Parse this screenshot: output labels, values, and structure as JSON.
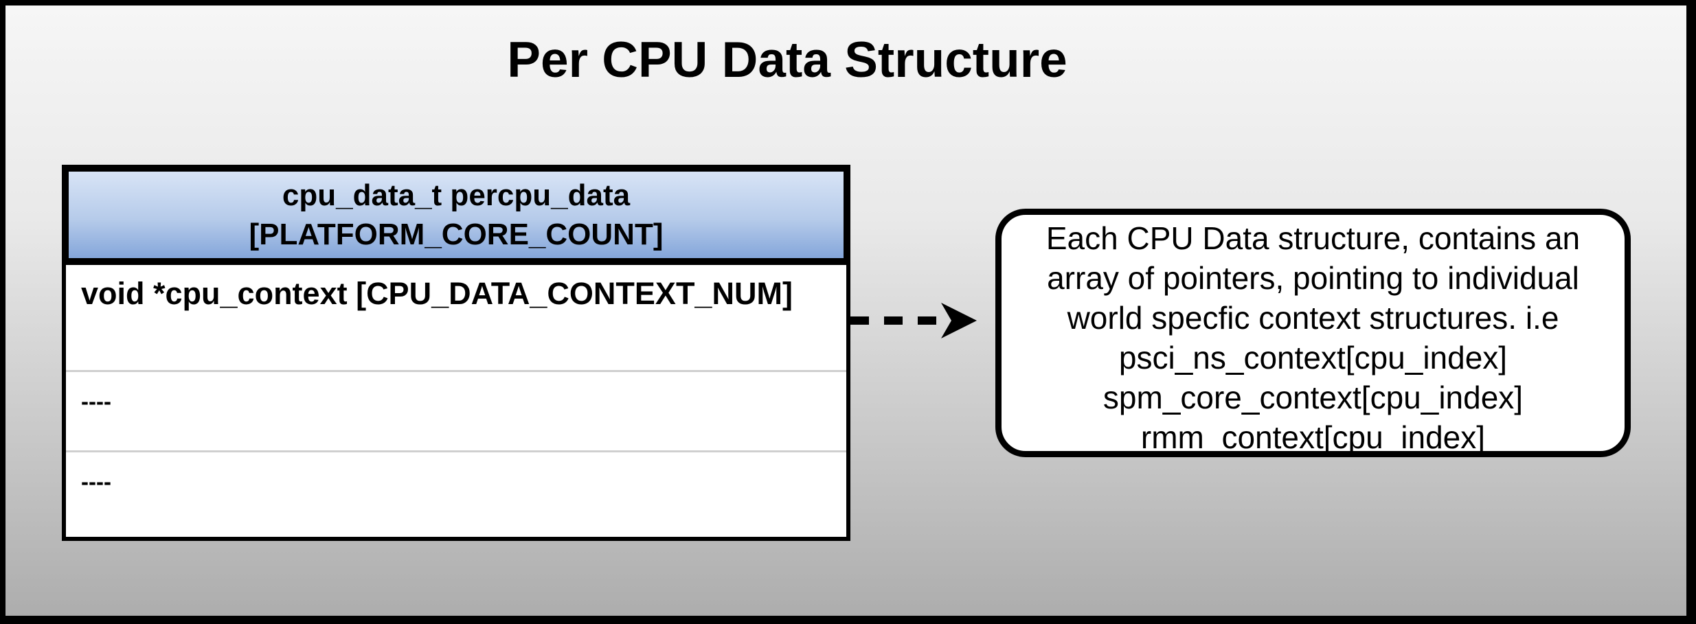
{
  "title": "Per CPU Data Structure",
  "table": {
    "header_line1": "cpu_data_t percpu_data",
    "header_line2": "[PLATFORM_CORE_COUNT]",
    "rows": [
      {
        "label": "void *cpu_context [CPU_DATA_CONTEXT_NUM]"
      },
      {
        "label": "----"
      },
      {
        "label": "----"
      }
    ]
  },
  "note": {
    "lines": [
      "Each CPU Data structure, contains an",
      "array of pointers, pointing to individual",
      "world specfic context structures. i.e",
      "psci_ns_context[cpu_index]",
      "spm_core_context[cpu_index]",
      "rmm_context[cpu_index]"
    ]
  },
  "icons": {
    "arrow": "dashed-right-arrow"
  },
  "colors": {
    "frame_border": "#000000",
    "background_top": "#f6f6f6",
    "background_bottom": "#adadad",
    "header_gradient_top": "#d8e4f6",
    "header_gradient_bottom": "#84a6da",
    "table_body_bg": "#ffffff",
    "row_separator": "#cfcfcf",
    "text": "#000000"
  }
}
